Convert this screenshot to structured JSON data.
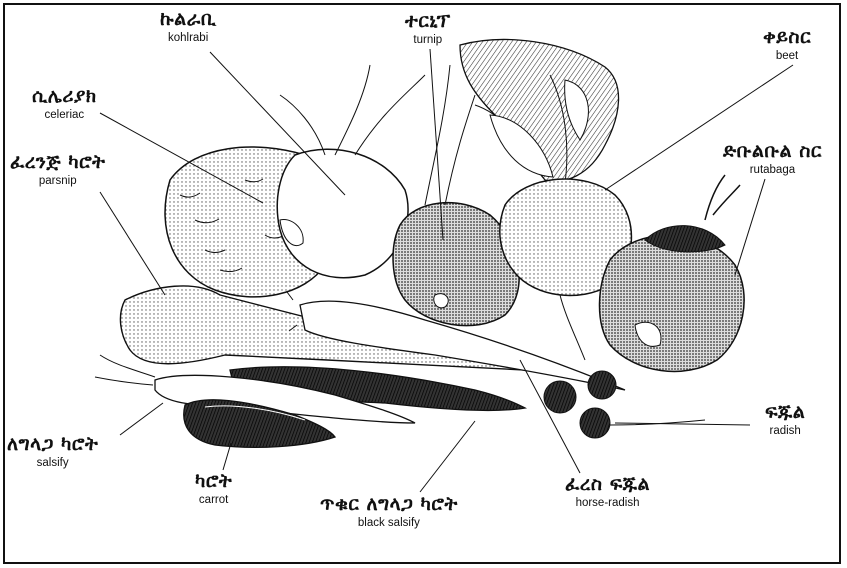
{
  "labels": {
    "kohlrabi": {
      "am": "ኩልራቢ",
      "en": "kohlrabi"
    },
    "turnip": {
      "am": "ተርኒፕ",
      "en": "turnip"
    },
    "beet": {
      "am": "ቀይስር",
      "en": "beet"
    },
    "celeriac": {
      "am": "ሲሌሪያክ",
      "en": "celeriac"
    },
    "parsnip": {
      "am": "ፈረንጅ ካሮት",
      "en": "parsnip"
    },
    "rutabaga": {
      "am": "ድቡልቡል ስር",
      "en": "rutabaga"
    },
    "radish": {
      "am": "ፍጁል",
      "en": "radish"
    },
    "salsify": {
      "am": "ለግላጋ ካሮት",
      "en": "salsify"
    },
    "carrot": {
      "am": "ካሮት",
      "en": "carrot"
    },
    "black_salsify": {
      "am": "ጥቁር ለግላጋ ካሮት",
      "en": "black salsify"
    },
    "horse_radish": {
      "am": "ፈረስ ፍጁል",
      "en": "horse-radish"
    }
  }
}
